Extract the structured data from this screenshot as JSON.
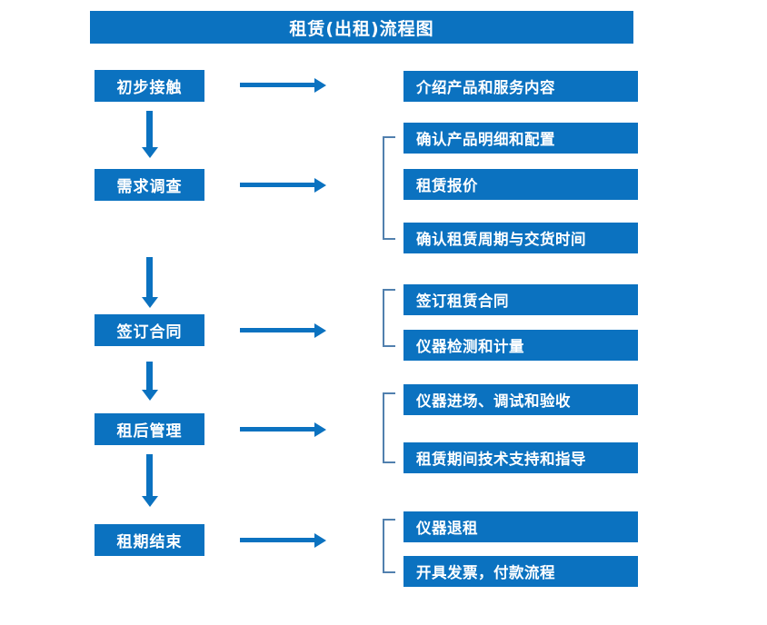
{
  "diagram": {
    "title": "租赁(出租)流程图",
    "colors": {
      "box_blue": "#0b72c0",
      "bracket_blue": "#5180ae",
      "text_white": "#ffffff",
      "background": "#ffffff"
    },
    "stages": [
      {
        "id": "stage-1",
        "label": "初步接触",
        "details": [
          "介绍产品和服务内容"
        ],
        "bracketed": false
      },
      {
        "id": "stage-2",
        "label": "需求调查",
        "details": [
          "确认产品明细和配置",
          "租赁报价",
          "确认租赁周期与交货时间"
        ],
        "bracketed": true
      },
      {
        "id": "stage-3",
        "label": "签订合同",
        "details": [
          "签订租赁合同",
          "仪器检测和计量"
        ],
        "bracketed": true
      },
      {
        "id": "stage-4",
        "label": "租后管理",
        "details": [
          "仪器进场、调试和验收",
          "租赁期间技术支持和指导"
        ],
        "bracketed": true
      },
      {
        "id": "stage-5",
        "label": "租期结束",
        "details": [
          "仪器退租",
          "开具发票，付款流程"
        ],
        "bracketed": true
      }
    ],
    "flow_arrows": {
      "vertical_count": 4,
      "horizontal_count": 5,
      "direction": "top-to-bottom and left-to-right"
    }
  }
}
